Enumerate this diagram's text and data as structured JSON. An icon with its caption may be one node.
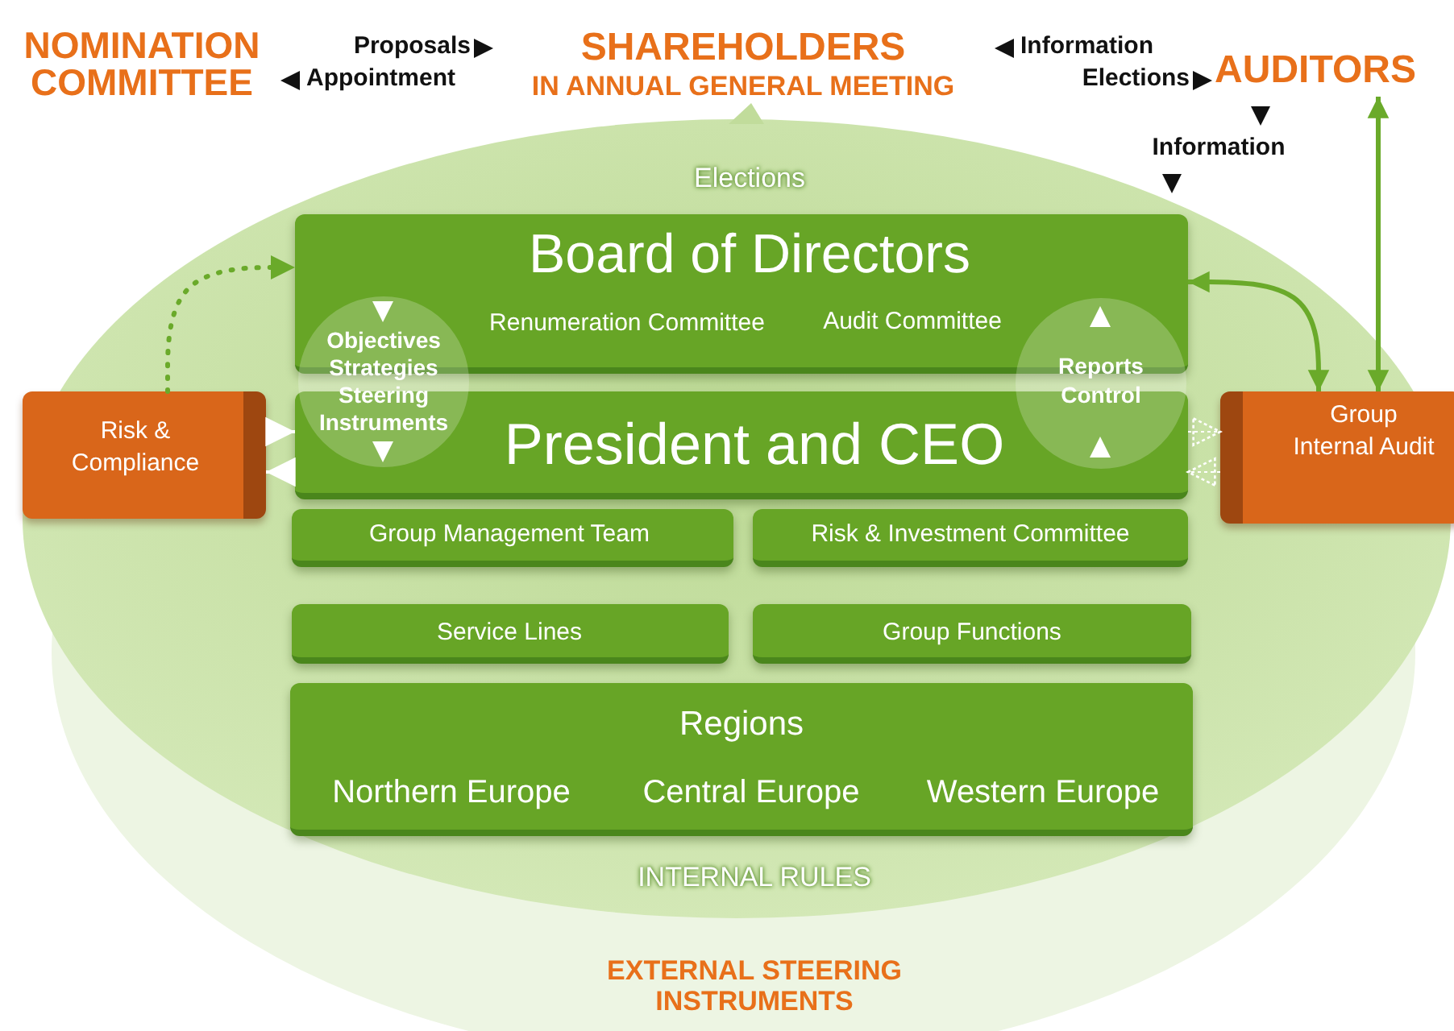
{
  "diagram": {
    "nodes": [
      {
        "text": [
          "NOMINATION COMMITTEE"
        ]
      },
      {
        "text": [
          "SHAREHOLDERS",
          "IN ANNUAL GENERAL MEETING"
        ]
      },
      {
        "text": [
          "AUDITORS"
        ]
      },
      {
        "text": [
          "Board of Directors",
          "Renumeration Committee",
          "Audit Committee"
        ]
      },
      {
        "text": [
          "Objectives Strategies Steering Instruments"
        ]
      },
      {
        "text": [
          "Reports Control"
        ]
      },
      {
        "text": [
          "President and CEO"
        ]
      },
      {
        "text": [
          "Risk & Compliance"
        ]
      },
      {
        "text": [
          "Group Internal Audit"
        ]
      },
      {
        "text": [
          "Group Management Team"
        ]
      },
      {
        "text": [
          "Risk & Investment Committee"
        ]
      },
      {
        "text": [
          "Service Lines"
        ]
      },
      {
        "text": [
          "Group Functions"
        ]
      },
      {
        "text": [
          "Regions",
          "Northern Europe",
          "Central Europe",
          "Western Europe"
        ]
      }
    ],
    "edges": [
      {
        "from": 2,
        "to": 8,
        "arrow": "both",
        "color": "#6aaa2a"
      },
      {
        "from": 3,
        "to": 8,
        "arrow": "both",
        "color": "#6aaa2a"
      },
      {
        "from": 7,
        "to": 3,
        "arrow": "to",
        "style": "dashed",
        "color": "#6aaa2a"
      },
      {
        "from": 7,
        "to": 6,
        "arrow": "to"
      },
      {
        "from": 6,
        "to": 7,
        "arrow": "to"
      },
      {
        "from": 6,
        "to": 8,
        "arrow": "to",
        "style": "dashed"
      },
      {
        "from": 8,
        "to": 6,
        "arrow": "to",
        "style": "dashed"
      }
    ],
    "labels": [
      "Proposals",
      "Information",
      "Appointment",
      "Elections",
      "Information",
      "Elections",
      "INTERNAL RULES",
      "EXTERNAL STEERING INSTRUMENTS"
    ]
  }
}
